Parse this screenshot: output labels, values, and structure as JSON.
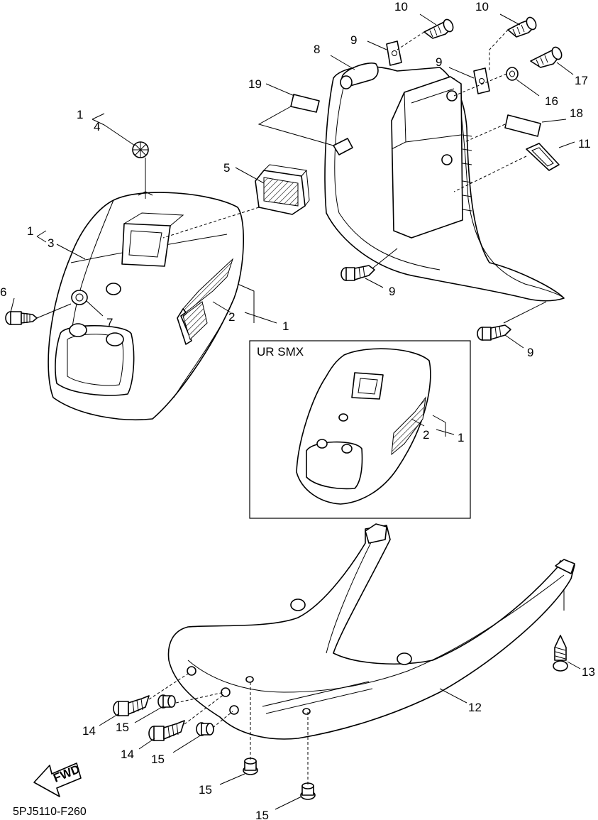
{
  "diagram": {
    "code": "5PJ5110-F260",
    "variant_label": "UR SMX",
    "fwd_label": "FWD",
    "callouts": {
      "c1_top": "1",
      "c4": "4",
      "c1_mid": "1",
      "c3": "3",
      "c5": "5",
      "c6": "6",
      "c7": "7",
      "c2": "2",
      "c1_front": "1",
      "c8": "8",
      "c9_a": "9",
      "c9_b": "9",
      "c9_c": "9",
      "c9_d": "9",
      "c10_a": "10",
      "c10_b": "10",
      "c11": "11",
      "c12": "12",
      "c13": "13",
      "c14_a": "14",
      "c14_b": "14",
      "c15_a": "15",
      "c15_b": "15",
      "c15_c": "15",
      "c15_d": "15",
      "c16": "16",
      "c17": "17",
      "c18": "18",
      "c19": "19",
      "c2_inset": "2",
      "c1_inset": "1"
    }
  }
}
